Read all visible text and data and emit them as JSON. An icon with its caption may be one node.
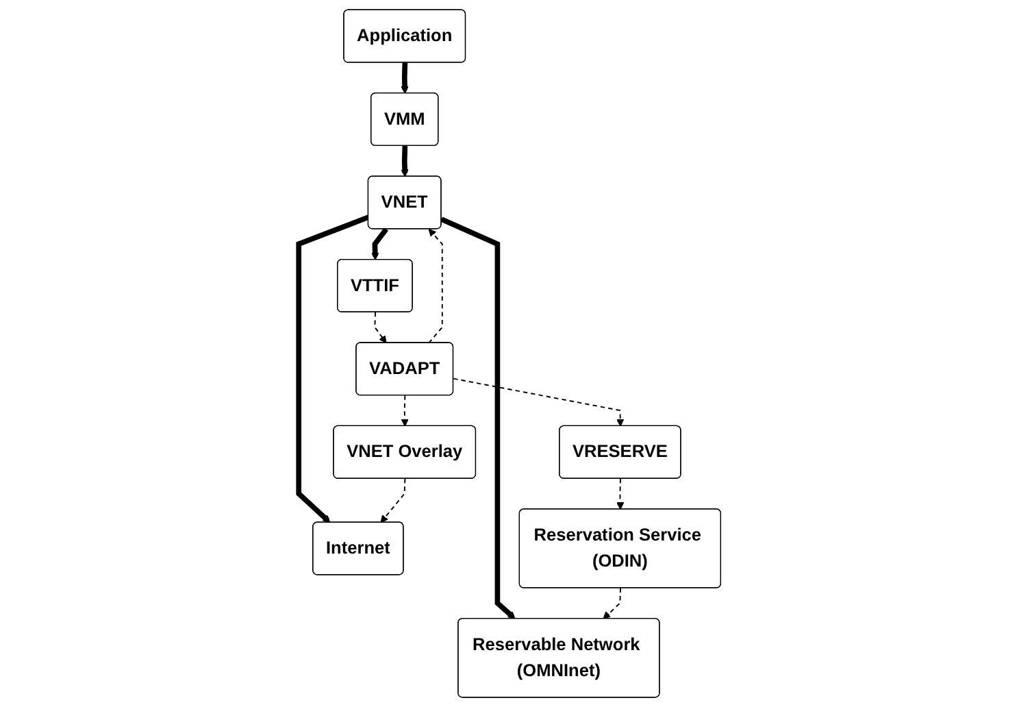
{
  "diagram": {
    "nodes": [
      {
        "text": [
          "Application"
        ]
      },
      {
        "text": [
          "VMM"
        ]
      },
      {
        "text": [
          "VNET"
        ]
      },
      {
        "text": [
          "VTTIF"
        ]
      },
      {
        "text": [
          "VADAPT"
        ]
      },
      {
        "text": [
          "VRESERVE"
        ]
      },
      {
        "text": [
          "VNET Overlay"
        ]
      },
      {
        "text": [
          "Internet"
        ]
      },
      {
        "text": [
          "Reservation Service (ODIN)"
        ]
      },
      {
        "text": [
          "Reservable Network (OMNInet)"
        ]
      }
    ],
    "edges": [
      {
        "from": 0,
        "to": 1,
        "arrow": "to",
        "style": "thick"
      },
      {
        "from": 1,
        "to": 2,
        "arrow": "to",
        "style": "thick"
      },
      {
        "from": 2,
        "to": 3,
        "arrow": "to",
        "style": "thick"
      },
      {
        "from": 2,
        "to": 7,
        "arrow": "to",
        "style": "thick"
      },
      {
        "from": 2,
        "to": 9,
        "arrow": "to",
        "style": "thick"
      },
      {
        "from": 3,
        "to": 4,
        "arrow": "to",
        "style": "dashed"
      },
      {
        "from": 4,
        "to": 2,
        "arrow": "to",
        "style": "dashed"
      },
      {
        "from": 4,
        "to": 5,
        "arrow": "to",
        "style": "dashed"
      },
      {
        "from": 4,
        "to": 6,
        "arrow": "to",
        "style": "dashed"
      },
      {
        "from": 6,
        "to": 7,
        "arrow": "to",
        "style": "dashed"
      },
      {
        "from": 5,
        "to": 8,
        "arrow": "to",
        "style": "dashed"
      },
      {
        "from": 8,
        "to": 9,
        "arrow": "to",
        "style": "dashed"
      }
    ]
  }
}
